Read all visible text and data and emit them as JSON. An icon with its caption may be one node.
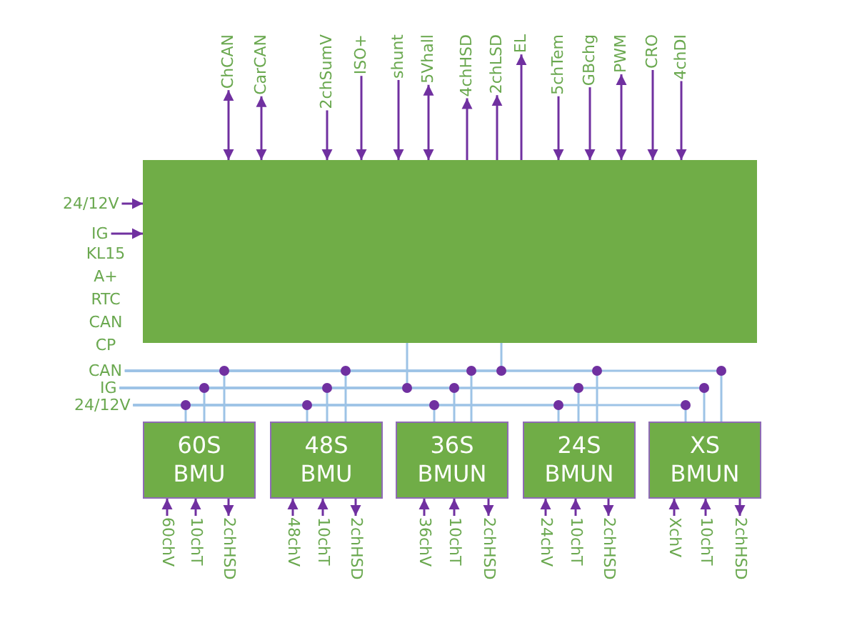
{
  "diagram": {
    "nodes": [
      {
        "text": [
          "ChCAN"
        ]
      },
      {
        "text": [
          "CarCAN"
        ]
      },
      {
        "text": [
          "2chSumV"
        ]
      },
      {
        "text": [
          "ISO+"
        ]
      },
      {
        "text": [
          "shunt"
        ]
      },
      {
        "text": [
          "5Vhall"
        ]
      },
      {
        "text": [
          "4chHSD"
        ]
      },
      {
        "text": [
          "2chLSD"
        ]
      },
      {
        "text": [
          "EL"
        ]
      },
      {
        "text": [
          "5chTem"
        ]
      },
      {
        "text": [
          "GBchg"
        ]
      },
      {
        "text": [
          "PWM"
        ]
      },
      {
        "text": [
          "CRO"
        ]
      },
      {
        "text": [
          "4chDI"
        ]
      },
      {
        "text": [],
        "shape": "box"
      },
      {
        "text": [
          "24/12V"
        ]
      },
      {
        "text": [
          "IG"
        ]
      },
      {
        "text": [
          "CAN"
        ]
      },
      {
        "text": [
          "IG"
        ]
      },
      {
        "text": [
          "24/12V"
        ]
      },
      {
        "text": [
          "60S BMU"
        ]
      },
      {
        "text": [
          "48S BMU"
        ]
      },
      {
        "text": [
          "36S BMUN"
        ]
      },
      {
        "text": [
          "24S BMUN"
        ]
      },
      {
        "text": [
          "XS BMUN"
        ]
      },
      {
        "text": [
          "60chV"
        ]
      },
      {
        "text": [
          "10chT"
        ]
      },
      {
        "text": [
          "2chHSD"
        ]
      },
      {
        "text": [
          "48chV"
        ]
      },
      {
        "text": [
          "10chT"
        ]
      },
      {
        "text": [
          "2chHSD"
        ]
      },
      {
        "text": [
          "36chV"
        ]
      },
      {
        "text": [
          "10chT"
        ]
      },
      {
        "text": [
          "2chHSD"
        ]
      },
      {
        "text": [
          "24chV"
        ]
      },
      {
        "text": [
          "10chT"
        ]
      },
      {
        "text": [
          "2chHSD"
        ]
      },
      {
        "text": [
          "XchV"
        ]
      },
      {
        "text": [
          "10chT"
        ]
      },
      {
        "text": [
          "2chHSD"
        ]
      }
    ],
    "edges": [
      {
        "from": 0,
        "to": 14,
        "arrow": "both"
      },
      {
        "from": 1,
        "to": 14,
        "arrow": "both"
      },
      {
        "from": 2,
        "to": 14,
        "arrow": "to"
      },
      {
        "from": 3,
        "to": 14,
        "arrow": "to"
      },
      {
        "from": 4,
        "to": 14,
        "arrow": "to"
      },
      {
        "from": 5,
        "to": 14,
        "arrow": "both"
      },
      {
        "from": 14,
        "to": 6,
        "arrow": "to"
      },
      {
        "from": 14,
        "to": 7,
        "arrow": "to"
      },
      {
        "from": 14,
        "to": 8,
        "arrow": "to"
      },
      {
        "from": 9,
        "to": 14,
        "arrow": "to"
      },
      {
        "from": 10,
        "to": 14,
        "arrow": "to"
      },
      {
        "from": 11,
        "to": 14,
        "arrow": "both"
      },
      {
        "from": 12,
        "to": 14,
        "arrow": "to"
      },
      {
        "from": 13,
        "to": 14,
        "arrow": "to"
      },
      {
        "from": 15,
        "to": 14,
        "arrow": "to"
      },
      {
        "from": 16,
        "to": 14,
        "arrow": "to"
      },
      {
        "from": 17,
        "to": 14,
        "arrow": "none",
        "color": "#9dc3e6"
      },
      {
        "from": 18,
        "to": 14,
        "arrow": "none",
        "color": "#9dc3e6"
      },
      {
        "from": 17,
        "to": 20,
        "arrow": "none",
        "color": "#9dc3e6"
      },
      {
        "from": 17,
        "to": 21,
        "arrow": "none",
        "color": "#9dc3e6"
      },
      {
        "from": 17,
        "to": 22,
        "arrow": "none",
        "color": "#9dc3e6"
      },
      {
        "from": 17,
        "to": 23,
        "arrow": "none",
        "color": "#9dc3e6"
      },
      {
        "from": 17,
        "to": 24,
        "arrow": "none",
        "color": "#9dc3e6"
      },
      {
        "from": 18,
        "to": 20,
        "arrow": "none",
        "color": "#9dc3e6"
      },
      {
        "from": 18,
        "to": 21,
        "arrow": "none",
        "color": "#9dc3e6"
      },
      {
        "from": 18,
        "to": 22,
        "arrow": "none",
        "color": "#9dc3e6"
      },
      {
        "from": 18,
        "to": 23,
        "arrow": "none",
        "color": "#9dc3e6"
      },
      {
        "from": 18,
        "to": 24,
        "arrow": "none",
        "color": "#9dc3e6"
      },
      {
        "from": 19,
        "to": 20,
        "arrow": "none",
        "color": "#9dc3e6"
      },
      {
        "from": 19,
        "to": 21,
        "arrow": "none",
        "color": "#9dc3e6"
      },
      {
        "from": 19,
        "to": 22,
        "arrow": "none",
        "color": "#9dc3e6"
      },
      {
        "from": 19,
        "to": 23,
        "arrow": "none",
        "color": "#9dc3e6"
      },
      {
        "from": 19,
        "to": 24,
        "arrow": "none",
        "color": "#9dc3e6"
      },
      {
        "from": 25,
        "to": 20,
        "arrow": "to"
      },
      {
        "from": 26,
        "to": 20,
        "arrow": "to"
      },
      {
        "from": 20,
        "to": 27,
        "arrow": "to"
      },
      {
        "from": 28,
        "to": 21,
        "arrow": "to"
      },
      {
        "from": 29,
        "to": 21,
        "arrow": "to"
      },
      {
        "from": 21,
        "to": 30,
        "arrow": "to"
      },
      {
        "from": 31,
        "to": 22,
        "arrow": "to"
      },
      {
        "from": 32,
        "to": 22,
        "arrow": "to"
      },
      {
        "from": 22,
        "to": 33,
        "arrow": "to"
      },
      {
        "from": 34,
        "to": 23,
        "arrow": "to"
      },
      {
        "from": 35,
        "to": 23,
        "arrow": "to"
      },
      {
        "from": 23,
        "to": 36,
        "arrow": "to"
      },
      {
        "from": 37,
        "to": 24,
        "arrow": "to"
      },
      {
        "from": 38,
        "to": 24,
        "arrow": "to"
      },
      {
        "from": 24,
        "to": 39,
        "arrow": "to"
      }
    ],
    "labels": [
      "KL15",
      "A+",
      "RTC",
      "CAN",
      "CP"
    ]
  }
}
